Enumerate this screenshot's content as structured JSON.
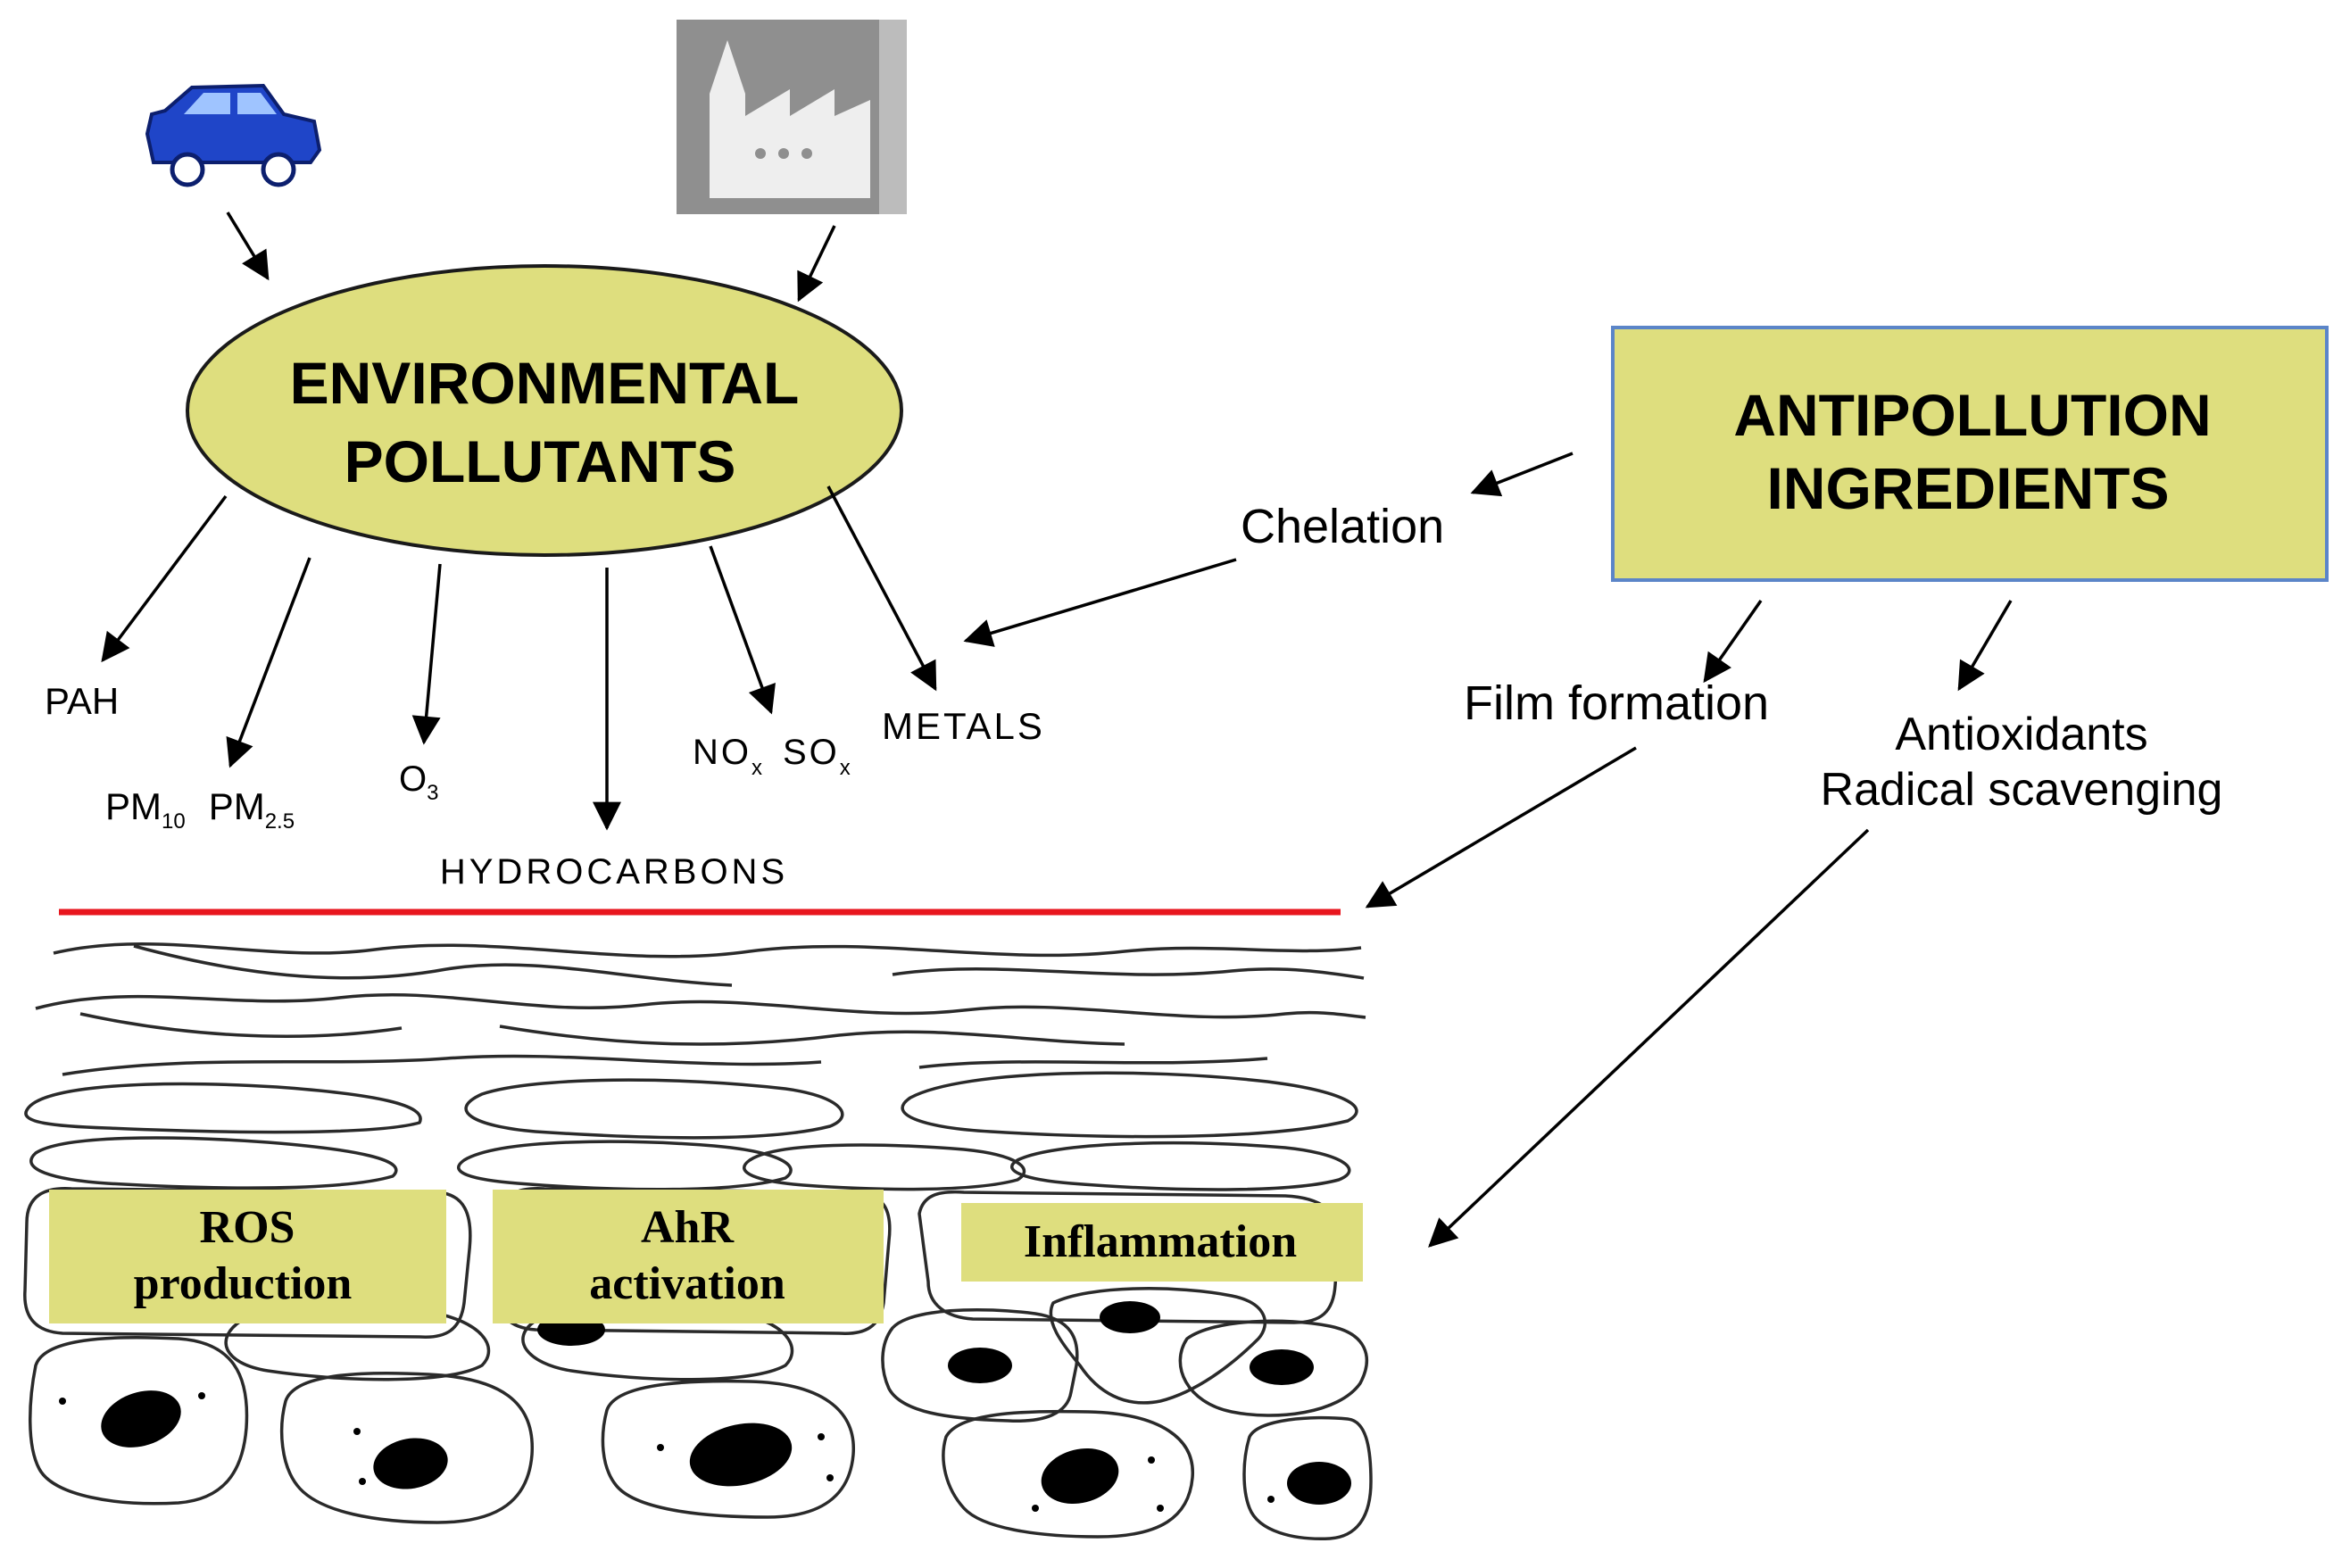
{
  "colors": {
    "node_fill": "#dede7e",
    "node_stroke": "#1a1a1a",
    "box_border": "#5b85c8",
    "barrier_line": "#e8161e",
    "car_body": "#1f45c8",
    "factory_bg": "#8f8f8f",
    "cell_stroke": "#2a2a2a"
  },
  "icons": {
    "car": "car-icon",
    "factory": "factory-icon"
  },
  "pollutants_node": {
    "line1": "ENVIRONMENTAL",
    "line2": "POLLUTANTS"
  },
  "ingredients_node": {
    "line1": "ANTIPOLLUTION",
    "line2": "INGREDIENTS"
  },
  "pollutant_labels": {
    "pah": "PAH",
    "pm": {
      "p1": "PM",
      "s1": "10",
      "p2": "PM",
      "s2": "2.5"
    },
    "o3": {
      "base": "O",
      "sub": "3"
    },
    "hydrocarbons": "HYDROCARBONS",
    "noxsox": {
      "b1": "NO",
      "s1": "x",
      "b2": "SO",
      "s2": "x"
    },
    "metals": "METALS"
  },
  "mechanisms": {
    "chelation": "Chelation",
    "film": "Film formation",
    "antiox_line1": "Antioxidants",
    "antiox_line2": "Radical scavenging"
  },
  "effects": {
    "ros_line1": "ROS",
    "ros_line2": "production",
    "ahr_line1": "AhR",
    "ahr_line2": "activation",
    "inflammation": "Inflammation"
  }
}
